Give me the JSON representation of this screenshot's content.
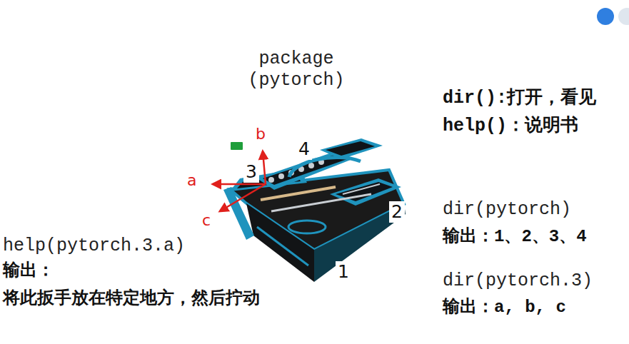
{
  "diagram": {
    "title": "package (pytorch)",
    "labels": [
      "dir():打开，看见",
      "help()：说明书",
      "dir(pytorch)",
      "输出：1、2、3、4",
      "dir(pytorch.3)",
      "输出：a, b, c",
      "help(pytorch.3.a)",
      "输出：",
      "将此扳手放在特定地方，然后拧动",
      "1",
      "2",
      "3",
      "4",
      "a",
      "b",
      "c"
    ]
  }
}
